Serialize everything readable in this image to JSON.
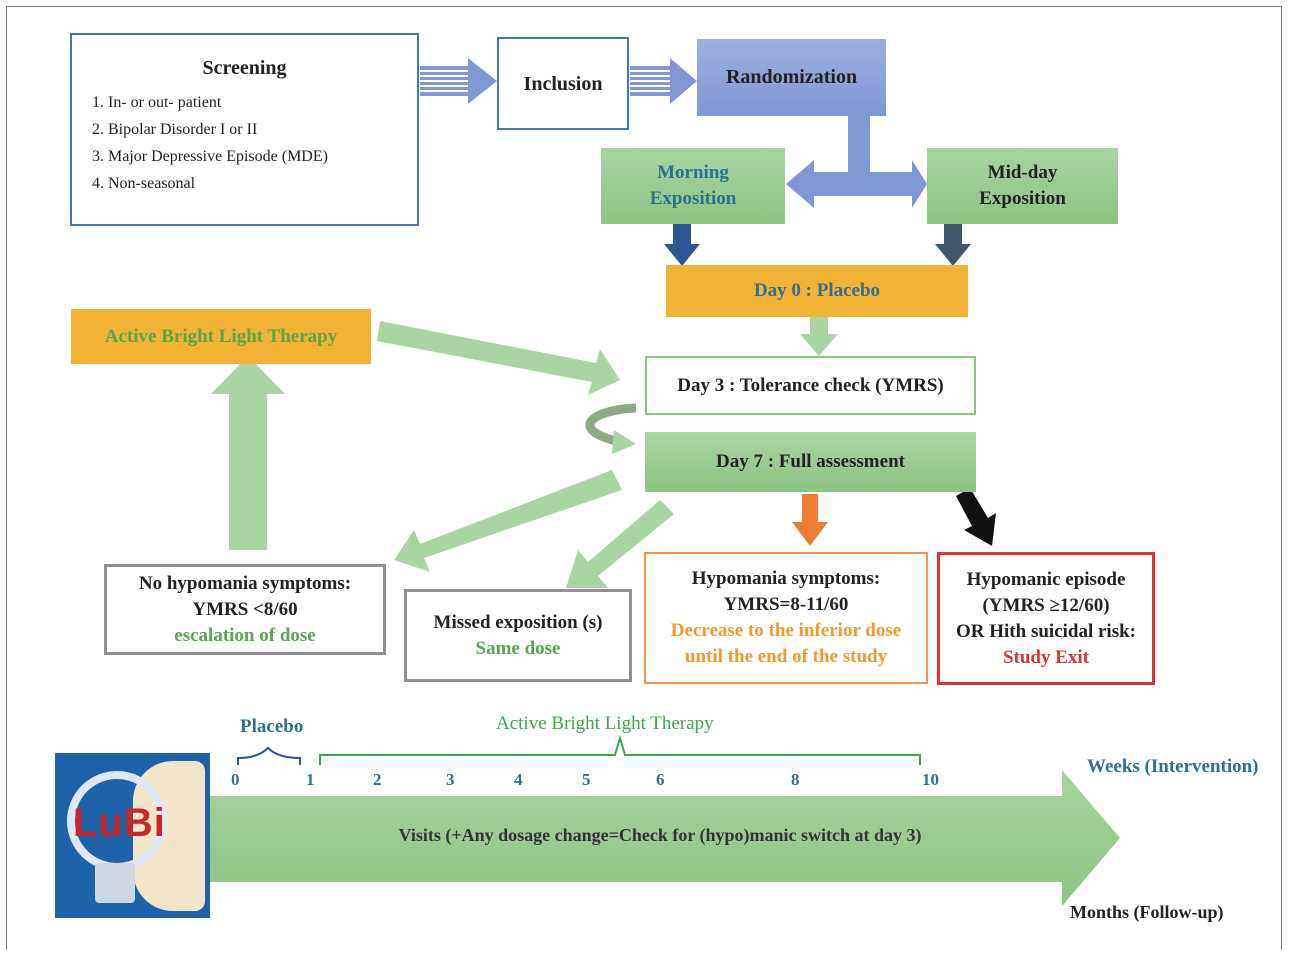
{
  "screening": {
    "title": "Screening",
    "items": [
      "1. In- or out- patient",
      "2. Bipolar Disorder I or II",
      "3. Major Depressive Episode (MDE)",
      "4. Non-seasonal"
    ]
  },
  "inclusion": "Inclusion",
  "randomization": "Randomization",
  "morning": [
    "Morning",
    "Exposition"
  ],
  "midday": [
    "Mid-day",
    "Exposition"
  ],
  "day0": "Day 0 : Placebo",
  "active_therapy": "Active Bright Light Therapy",
  "day3": "Day 3 : Tolerance check (YMRS)",
  "day7": "Day 7 : Full assessment",
  "no_hypomania": {
    "line1": "No hypomania symptoms:",
    "line2": "YMRS <8/60",
    "line3": "escalation of dose"
  },
  "missed": {
    "line1": "Missed exposition (s)",
    "line2": "Same dose"
  },
  "hypomania": {
    "line1": "Hypomania symptoms:",
    "line2": "YMRS=8-11/60",
    "line3": "Decrease to the inferior dose",
    "line4": "until the end of the study"
  },
  "episode": {
    "line1": "Hypomanic episode",
    "line2": "(YMRS ≥12/60)",
    "line3": "OR Hith suicidal risk:",
    "line4": "Study Exit"
  },
  "timeline": {
    "placebo": "Placebo",
    "active": "Active Bright Light Therapy",
    "ticks": [
      "0",
      "1",
      "2",
      "3",
      "4",
      "5",
      "6",
      "8",
      "10"
    ],
    "weeks": "Weeks (Intervention)",
    "months": "Months (Follow-up)",
    "visits": "Visits (+Any dosage change=Check for (hypo)manic switch at day 3)"
  },
  "logo": "LuBi",
  "colors": {
    "blue_border": "#4472c4",
    "green": "#8cc482",
    "orange": "#f2b233",
    "red": "#e03030",
    "teal_text": "#2e6f95"
  }
}
